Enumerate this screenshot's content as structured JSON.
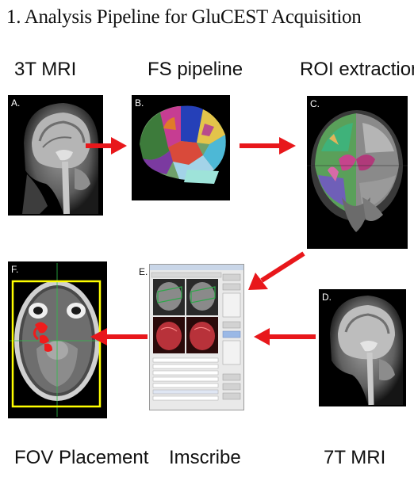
{
  "title": "1. Analysis Pipeline for GluCEST Acquisition",
  "steps": [
    {
      "heading": "3T MRI",
      "panel_letter": "A."
    },
    {
      "heading": "FS pipeline",
      "panel_letter": "B."
    },
    {
      "heading": "ROI extraction",
      "panel_letter": "C."
    },
    {
      "heading": "7T MRI",
      "panel_letter": "D."
    },
    {
      "heading": "Imscribe",
      "panel_letter": "E."
    },
    {
      "heading": "FOV Placement",
      "panel_letter": "F."
    }
  ],
  "colors": {
    "arrow": "#e8171b",
    "fov_box": "#ffff00",
    "background": "#ffffff"
  }
}
